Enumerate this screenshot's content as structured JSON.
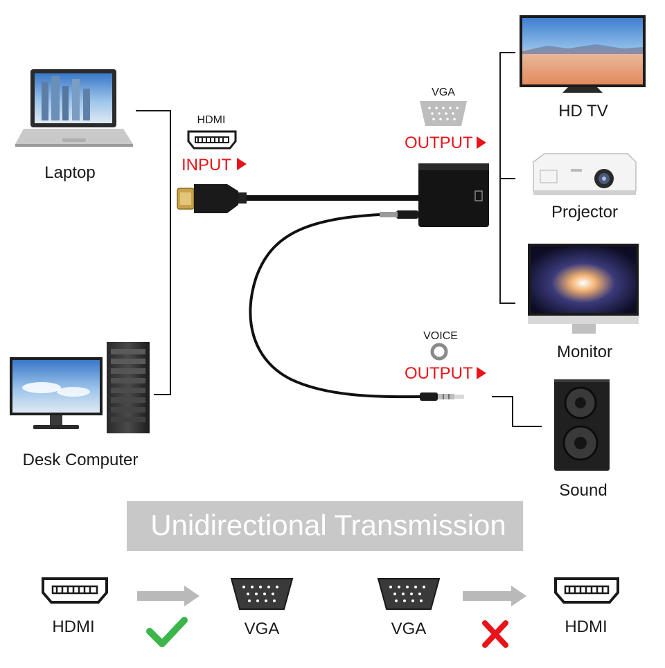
{
  "sources": {
    "laptop_label": "Laptop",
    "desk_label": "Desk Computer"
  },
  "input": {
    "port_label": "HDMI",
    "direction_label": "INPUT"
  },
  "vga_output": {
    "port_label": "VGA",
    "direction_label": "OUTPUT"
  },
  "voice_output": {
    "port_label": "VOICE",
    "direction_label": "OUTPUT"
  },
  "displays": {
    "tv_label": "HD TV",
    "projector_label": "Projector",
    "monitor_label": "Monitor",
    "sound_label": "Sound"
  },
  "banner": {
    "title": "Unidirectional Transmission"
  },
  "legend": {
    "left_from": "HDMI",
    "left_to": "VGA",
    "right_from": "VGA",
    "right_to": "HDMI"
  },
  "colors": {
    "accent_red": "#e8141a",
    "check_green": "#3cb64a",
    "banner_gray": "#c8c8c8"
  }
}
